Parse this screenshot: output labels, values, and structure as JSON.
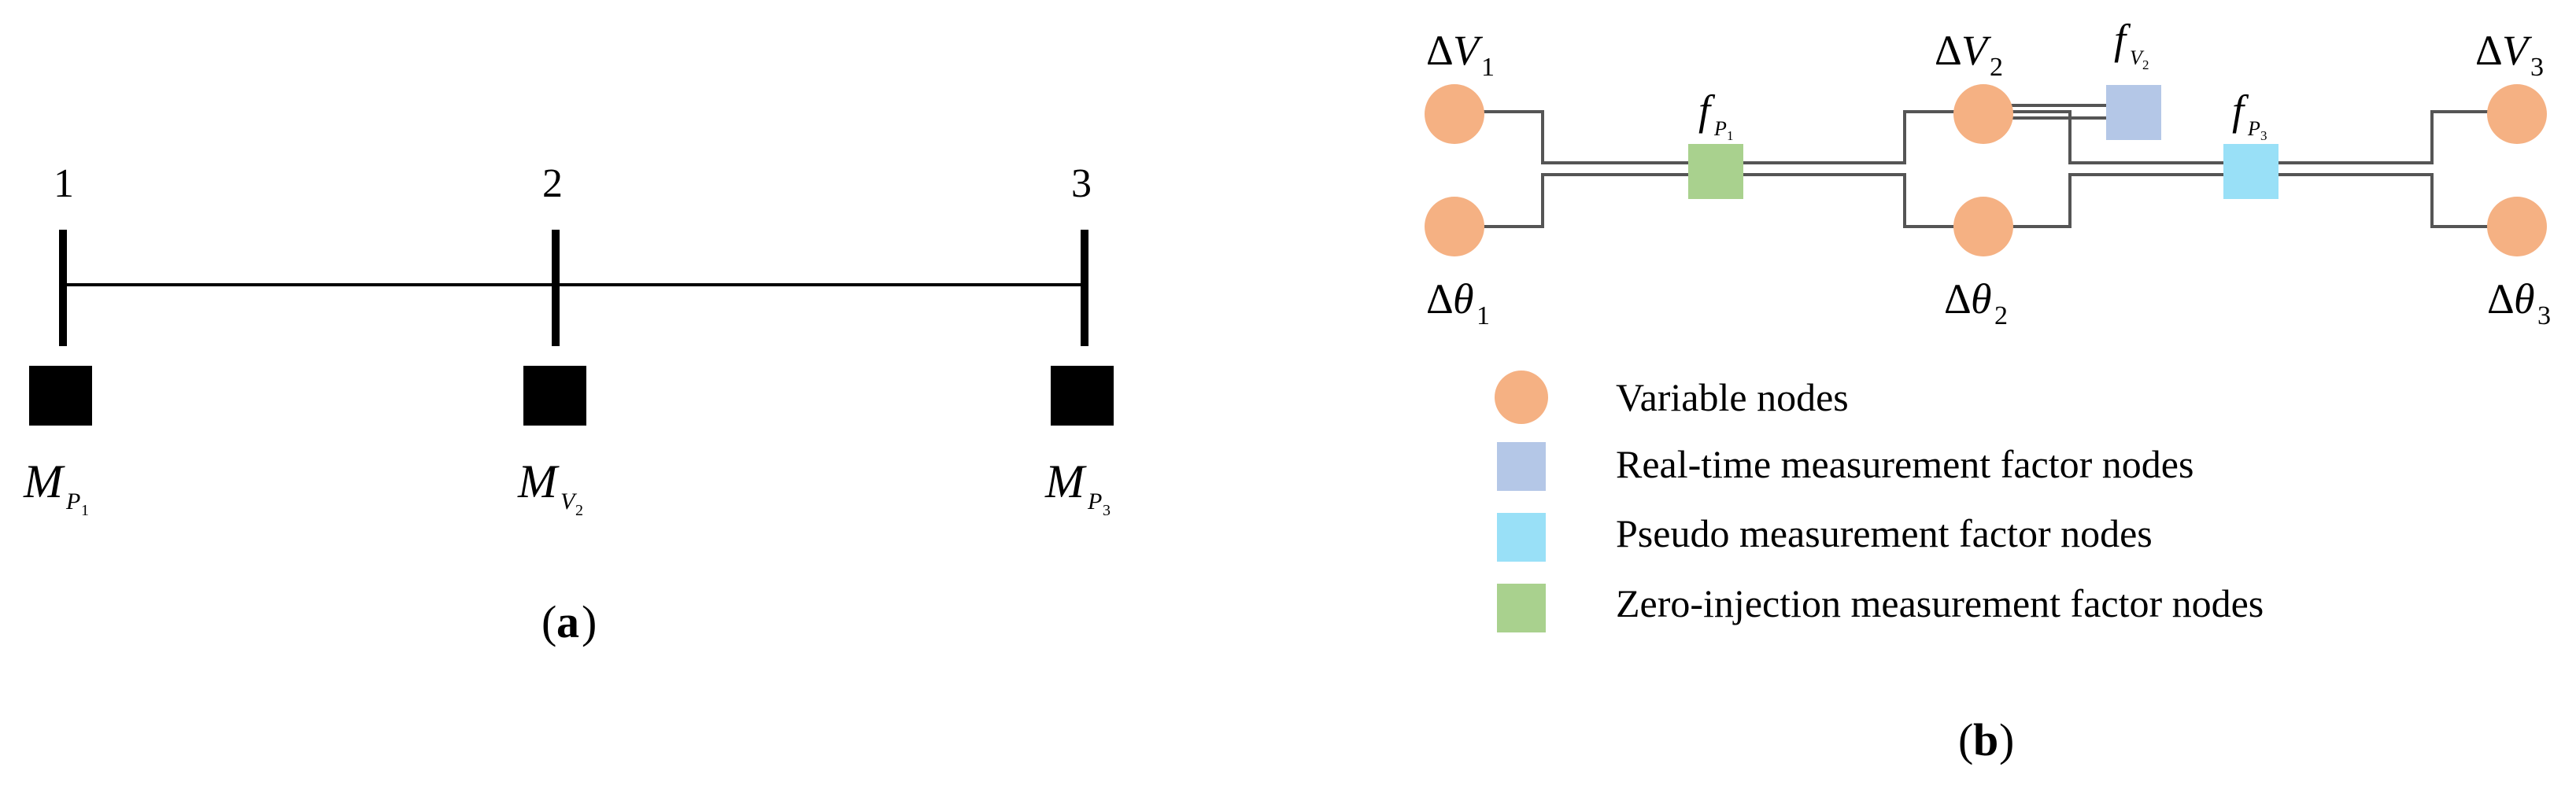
{
  "panel_a": {
    "caption": {
      "open": "(",
      "letter": "a",
      "close": ")"
    },
    "buses": [
      {
        "label": "1",
        "meas_main": "M",
        "meas_sub": "P",
        "meas_subsub": "1"
      },
      {
        "label": "2",
        "meas_main": "M",
        "meas_sub": "V",
        "meas_subsub": "2"
      },
      {
        "label": "3",
        "meas_main": "M",
        "meas_sub": "P",
        "meas_subsub": "3"
      }
    ]
  },
  "panel_b": {
    "caption": {
      "open": "(",
      "letter": "b",
      "close": ")"
    },
    "variables": [
      {
        "delta": "Δ",
        "sym": "V",
        "sub": "1"
      },
      {
        "delta": "Δ",
        "sym": "θ",
        "sub": "1"
      },
      {
        "delta": "Δ",
        "sym": "V",
        "sub": "2"
      },
      {
        "delta": "Δ",
        "sym": "θ",
        "sub": "2"
      },
      {
        "delta": "Δ",
        "sym": "V",
        "sub": "3"
      },
      {
        "delta": "Δ",
        "sym": "θ",
        "sub": "3"
      }
    ],
    "factors": [
      {
        "sym": "f",
        "sub": "P",
        "subsub": "1"
      },
      {
        "sym": "f",
        "sub": "V",
        "subsub": "2"
      },
      {
        "sym": "f",
        "sub": "P",
        "subsub": "3"
      }
    ],
    "legend": [
      {
        "label": "Variable nodes"
      },
      {
        "label": "Real-time measurement  factor nodes"
      },
      {
        "label": "Pseudo measurement factor nodes"
      },
      {
        "label": "Zero-injection measurement   factor nodes"
      }
    ],
    "colors": {
      "variable": "#F5B183",
      "realtime": "#B4C7E7",
      "pseudo": "#99E0F7",
      "zero_injection": "#A9D18E"
    }
  }
}
